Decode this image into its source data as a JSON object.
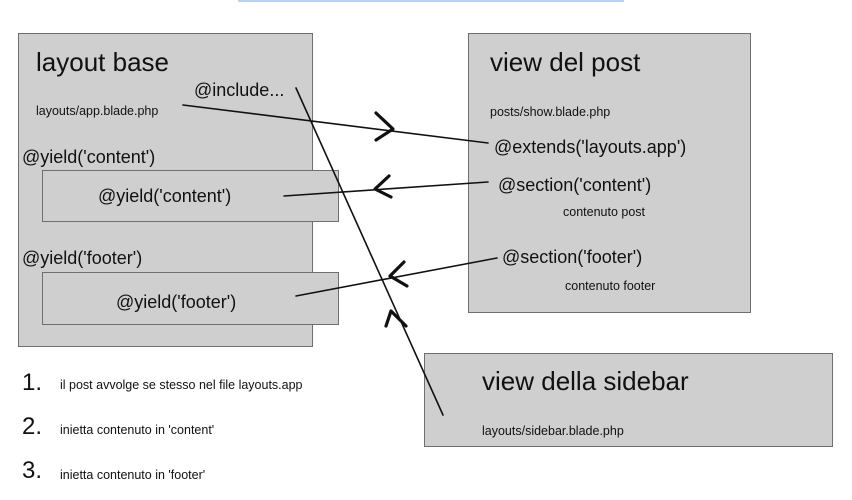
{
  "layout_base": {
    "title": "layout base",
    "file": "layouts/app.blade.php",
    "include": "@include...",
    "yield_content_label": "@yield('content')",
    "yield_content_inner": "@yield('content')",
    "yield_footer_label": "@yield('footer')",
    "yield_footer_inner": "@yield('footer')"
  },
  "post_view": {
    "title": "view del post",
    "file": "posts/show.blade.php",
    "extends": "@extends('layouts.app')",
    "section_content": "@section('content')",
    "content_text": "contenuto post",
    "section_footer": "@section('footer')",
    "footer_text": "contenuto footer"
  },
  "sidebar_view": {
    "title": "view della sidebar",
    "file": "layouts/sidebar.blade.php"
  },
  "steps": [
    {
      "number": "1.",
      "text": "il post avvolge se stesso nel file layouts.app"
    },
    {
      "number": "2.",
      "text": "inietta contenuto in 'content'"
    },
    {
      "number": "3.",
      "text": "inietta contenuto in 'footer'"
    }
  ],
  "colors": {
    "box_fill": "#cfcfcf",
    "box_border": "#6f6f6f",
    "line": "#111111"
  }
}
